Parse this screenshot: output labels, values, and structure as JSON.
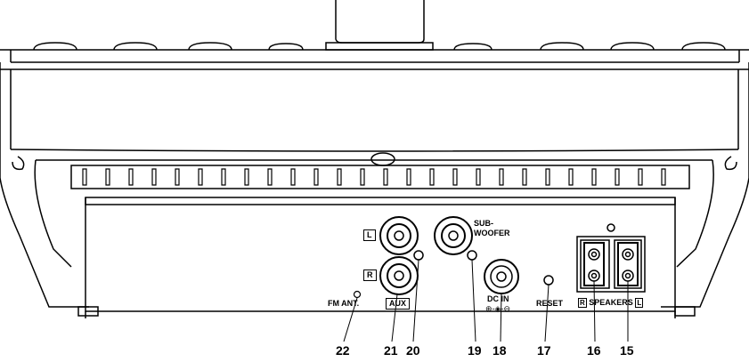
{
  "labels": {
    "L": "L",
    "R": "R",
    "sub": "SUB-",
    "woofer": "WOOFER",
    "fm_ant": "FM ANT.",
    "aux": "AUX",
    "dc_in": "DC IN",
    "dc_polarity": "⊕-◈-⊖",
    "reset": "RESET",
    "speakers_r": "R",
    "speakers": "SPEAKERS",
    "speakers_l": "L"
  },
  "callouts": [
    "22",
    "21",
    "20",
    "19",
    "18",
    "17",
    "16",
    "15"
  ]
}
